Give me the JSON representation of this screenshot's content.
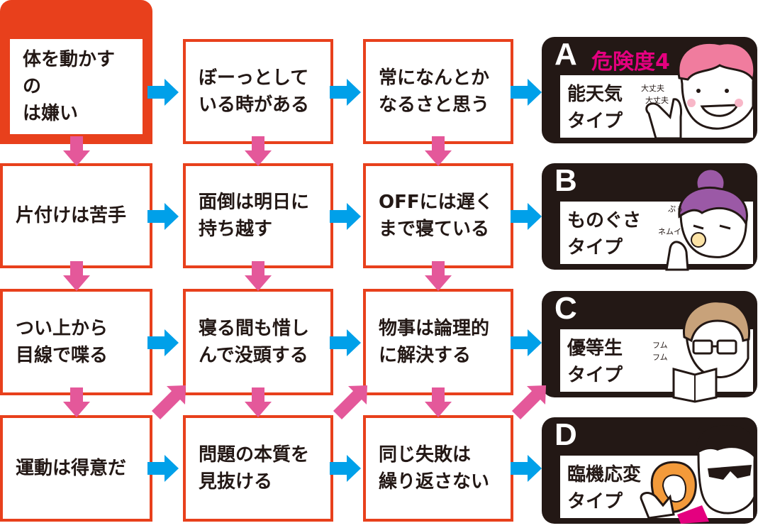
{
  "columns": [
    [
      "体を動かすの\nは嫌い",
      "片付けは苦手",
      "つい上から\n目線で喋る",
      "運動は得意だ"
    ],
    [
      "ぼーっとして\nいる時がある",
      "面倒は明日に\n持ち越す",
      "寝る間も惜し\nんで没頭する",
      "問題の本質を\n見抜ける"
    ],
    [
      "常になんとか\nなるさと思う",
      "OFFには遅く\nまで寝ている",
      "物事は論理的\nに解決する",
      "同じ失敗は\n繰り返さない"
    ]
  ],
  "results": [
    {
      "letter": "A",
      "danger": "危険度4",
      "type": "能天気\nタイプ",
      "sfx": [
        "大丈夫",
        "大丈夫"
      ]
    },
    {
      "letter": "B",
      "danger": "",
      "type": "ものぐさ\nタイプ",
      "sfx": [
        "ぷぅ",
        "ネムイ"
      ]
    },
    {
      "letter": "C",
      "danger": "",
      "type": "優等生\nタイプ",
      "sfx": [
        "フム",
        "フム"
      ]
    },
    {
      "letter": "D",
      "danger": "",
      "type": "臨機応変\nタイプ",
      "sfx": []
    }
  ],
  "colors": {
    "box_border": "#e8401c",
    "arrow_right": "#00a0e9",
    "arrow_down": "#e4589a",
    "result_bg": "#231815",
    "danger": "#e4007f"
  }
}
